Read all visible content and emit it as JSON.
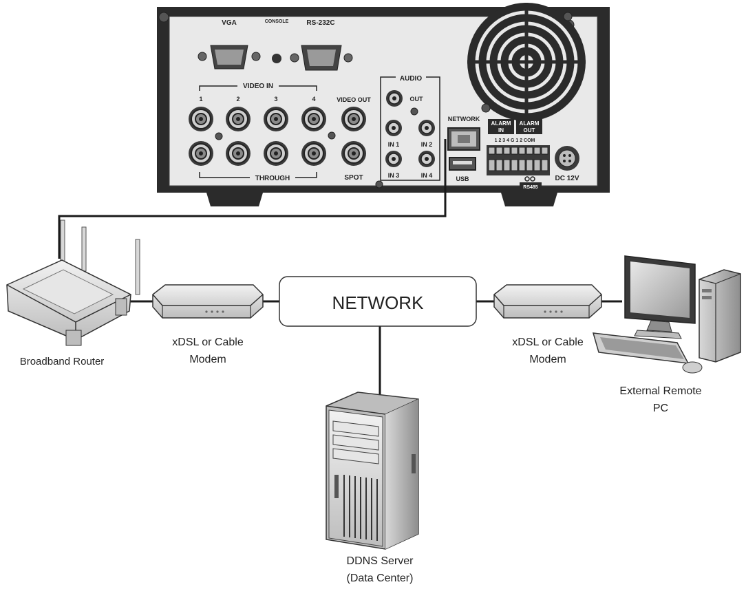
{
  "dvr": {
    "vga": "VGA",
    "console": "CONSOLE",
    "rs232c": "RS-232C",
    "video_in": "VIDEO IN",
    "ch1": "1",
    "ch2": "2",
    "ch3": "3",
    "ch4": "4",
    "through": "THROUGH",
    "video_out": "VIDEO OUT",
    "spot": "SPOT",
    "audio": "AUDIO",
    "audio_out": "OUT",
    "in1": "IN 1",
    "in2": "IN 2",
    "in3": "IN 3",
    "in4": "IN 4",
    "network": "NETWORK",
    "usb": "USB",
    "alarm_in_top": "ALARM",
    "alarm_in_bottom": "IN",
    "alarm_out_top": "ALARM",
    "alarm_out_bottom": "OUT",
    "alarm_pins": "1 2 3 4 G 1 2 COM",
    "rs485": "RS485",
    "dc": "DC 12V"
  },
  "network_box": {
    "label": "NETWORK"
  },
  "labels": {
    "router": "Broadband Router",
    "modem_left_1": "xDSL or Cable",
    "modem_left_2": "Modem",
    "modem_right_1": "xDSL or Cable",
    "modem_right_2": "Modem",
    "pc_1": "External Remote",
    "pc_2": "PC",
    "server_1": "DDNS Server",
    "server_2": "(Data Center)"
  },
  "colors": {
    "dvr_frame": "#2b2b2b",
    "dvr_panel": "#e9e9e9",
    "line": "#1a1a1a"
  }
}
